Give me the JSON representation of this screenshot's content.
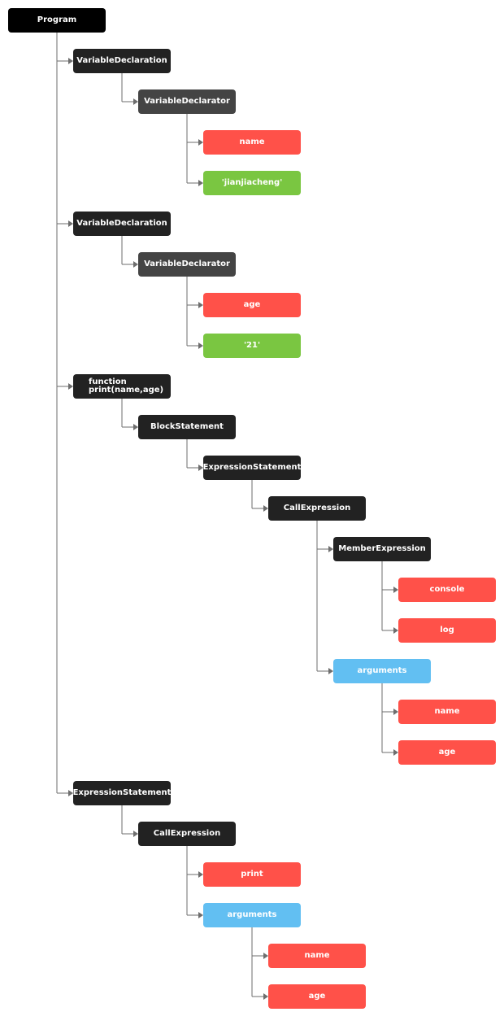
{
  "colors": {
    "root": "#000000",
    "statement": "#222222",
    "declarator": "#444444",
    "identifier": "#ff5149",
    "literal": "#7ac641",
    "arguments": "#62bff2",
    "connector": "#6e6e6e"
  },
  "tree": {
    "label": "Program",
    "kind": "root",
    "children": [
      {
        "label": "VariableDeclaration",
        "kind": "statement",
        "children": [
          {
            "label": "VariableDeclarator",
            "kind": "declarator",
            "children": [
              {
                "label": "name",
                "kind": "identifier",
                "children": []
              },
              {
                "label": "'jianjiacheng'",
                "kind": "literal",
                "children": []
              }
            ]
          }
        ]
      },
      {
        "label": "VariableDeclaration",
        "kind": "statement",
        "children": [
          {
            "label": "VariableDeclarator",
            "kind": "declarator",
            "children": [
              {
                "label": "age",
                "kind": "identifier",
                "children": []
              },
              {
                "label": "'21'",
                "kind": "literal",
                "children": []
              }
            ]
          }
        ]
      },
      {
        "label": "function\nprint(name,age)",
        "kind": "statement",
        "children": [
          {
            "label": "BlockStatement",
            "kind": "statement",
            "children": [
              {
                "label": "ExpressionStatement",
                "kind": "statement",
                "children": [
                  {
                    "label": "CallExpression",
                    "kind": "statement",
                    "children": [
                      {
                        "label": "MemberExpression",
                        "kind": "statement",
                        "children": [
                          {
                            "label": "console",
                            "kind": "identifier",
                            "children": []
                          },
                          {
                            "label": "log",
                            "kind": "identifier",
                            "children": []
                          }
                        ]
                      },
                      {
                        "label": "arguments",
                        "kind": "arguments",
                        "children": [
                          {
                            "label": "name",
                            "kind": "identifier",
                            "children": []
                          },
                          {
                            "label": "age",
                            "kind": "identifier",
                            "children": []
                          }
                        ]
                      }
                    ]
                  }
                ]
              }
            ]
          }
        ]
      },
      {
        "label": "ExpressionStatement",
        "kind": "statement",
        "children": [
          {
            "label": "CallExpression",
            "kind": "statement",
            "children": [
              {
                "label": "print",
                "kind": "identifier",
                "children": []
              },
              {
                "label": "arguments",
                "kind": "arguments",
                "children": [
                  {
                    "label": "name",
                    "kind": "identifier",
                    "children": []
                  },
                  {
                    "label": "age",
                    "kind": "identifier",
                    "children": []
                  }
                ]
              }
            ]
          }
        ]
      }
    ]
  }
}
